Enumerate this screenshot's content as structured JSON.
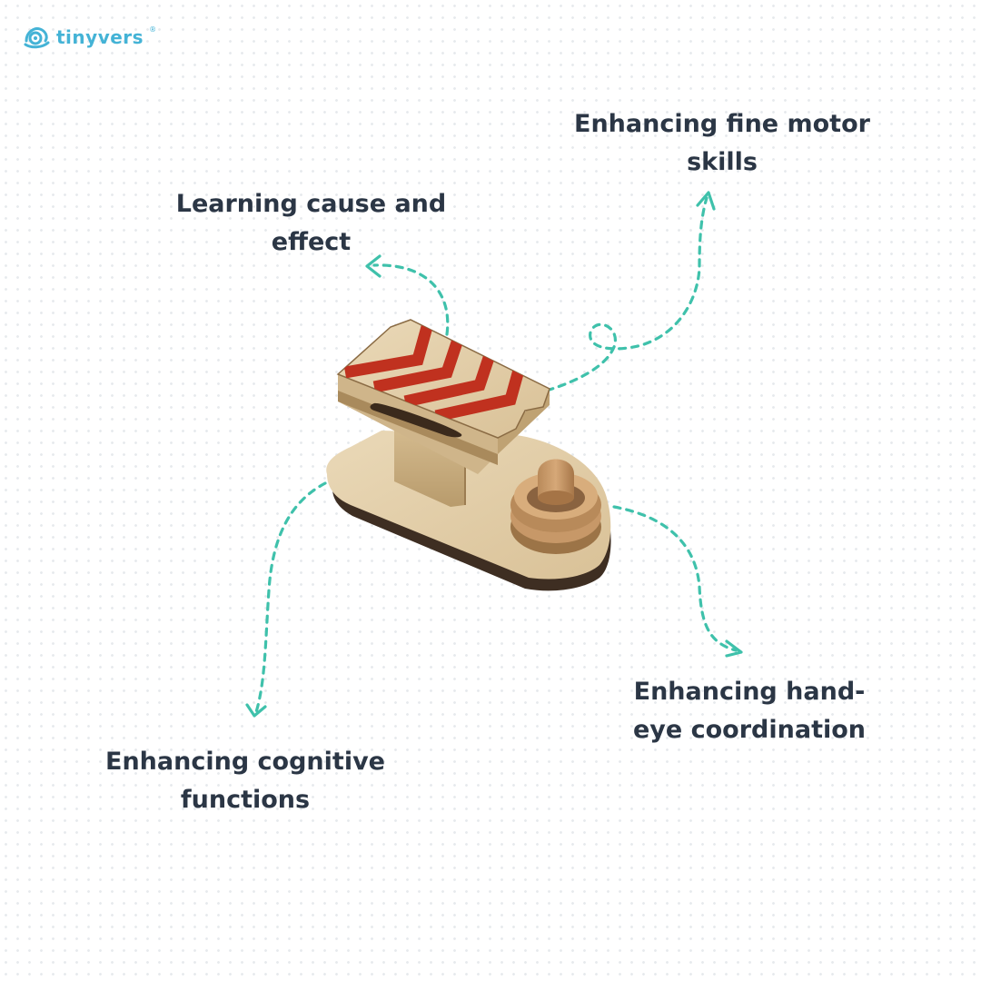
{
  "brand": {
    "logo_text": "tinyvers",
    "reg_mark": "®"
  },
  "benefits": {
    "fine_motor": [
      "Enhancing fine motor",
      "skills"
    ],
    "cause_effect": [
      "Learning cause and",
      "effect"
    ],
    "hand_eye": [
      "Enhancing hand-",
      "eye coordination"
    ],
    "cognitive": [
      "Enhancing cognitive",
      "functions"
    ]
  },
  "colors": {
    "accent": "#3fc1ab",
    "text": "#2b3645",
    "logo": "#44b3d6",
    "stripe": "#c0311f"
  },
  "icons": [
    "tinyvers-logo-icon",
    "arrow-icon"
  ]
}
